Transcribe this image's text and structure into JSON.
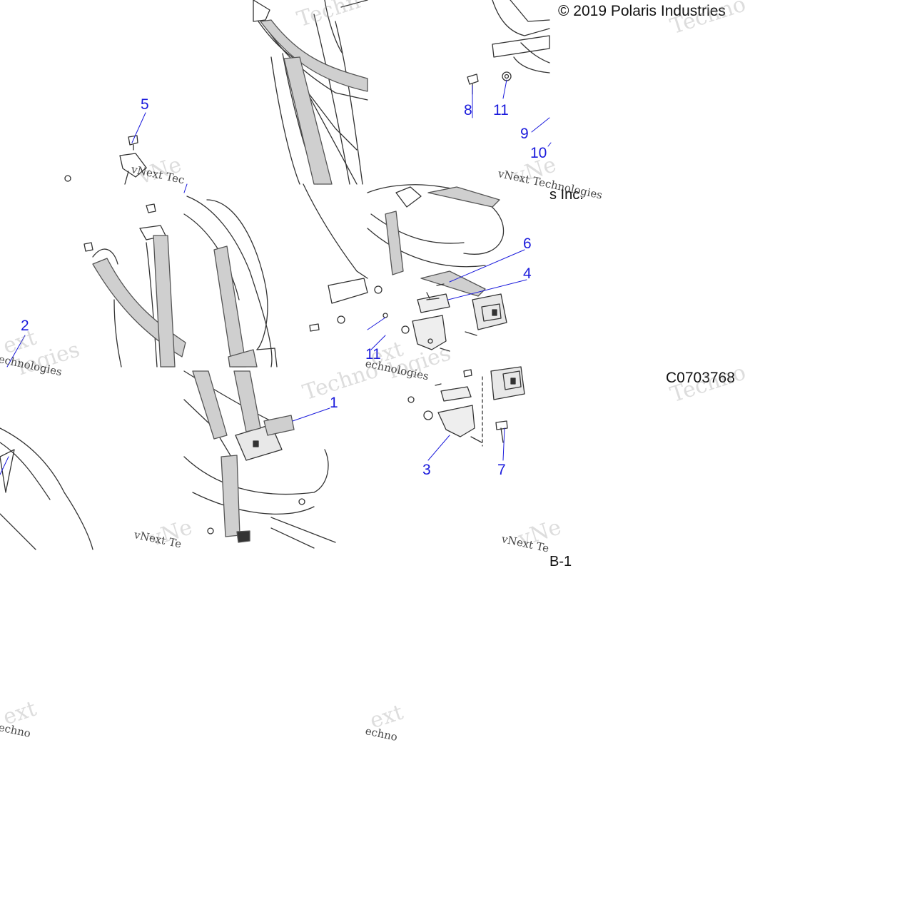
{
  "copyright": "© 2019 Polaris Industries",
  "copyright_fragment": "s Inc.",
  "drawing_number": "C0703768",
  "page_fragment": "B-1",
  "callouts": {
    "c1": "1",
    "c2": "2",
    "c3": "3",
    "c4": "4",
    "c5": "5",
    "c6": "6",
    "c7": "7",
    "c8": "8",
    "c9": "9",
    "c10": "10",
    "c11a": "11",
    "c11b": "11"
  },
  "colors": {
    "callout": "#1a1adc",
    "line_art": "#333333",
    "belt_fill": "#cfcfcf"
  }
}
